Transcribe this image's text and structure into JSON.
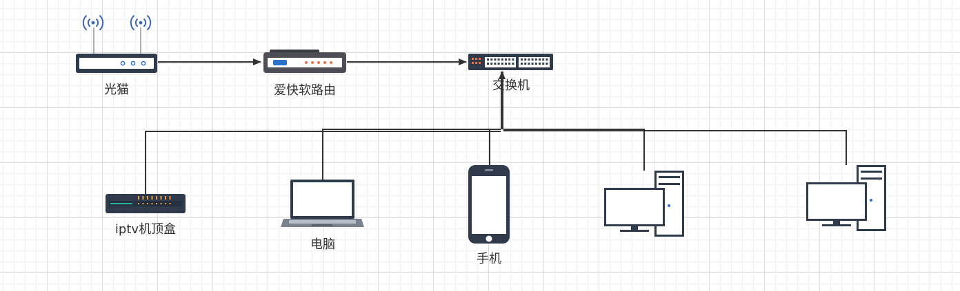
{
  "labels": {
    "modem": "光猫",
    "router": "爱快软路由",
    "switch": "交换机",
    "iptv": "iptv机顶盒",
    "laptop": "电脑",
    "phone": "手机"
  },
  "colors": {
    "line": "#333333",
    "device_dark": "#2f3a4a",
    "router_body": "#4d4d55",
    "accent_orange": "#e8734a",
    "accent_blue": "#2f6fce",
    "wifi_blue": "#3a66b0"
  }
}
